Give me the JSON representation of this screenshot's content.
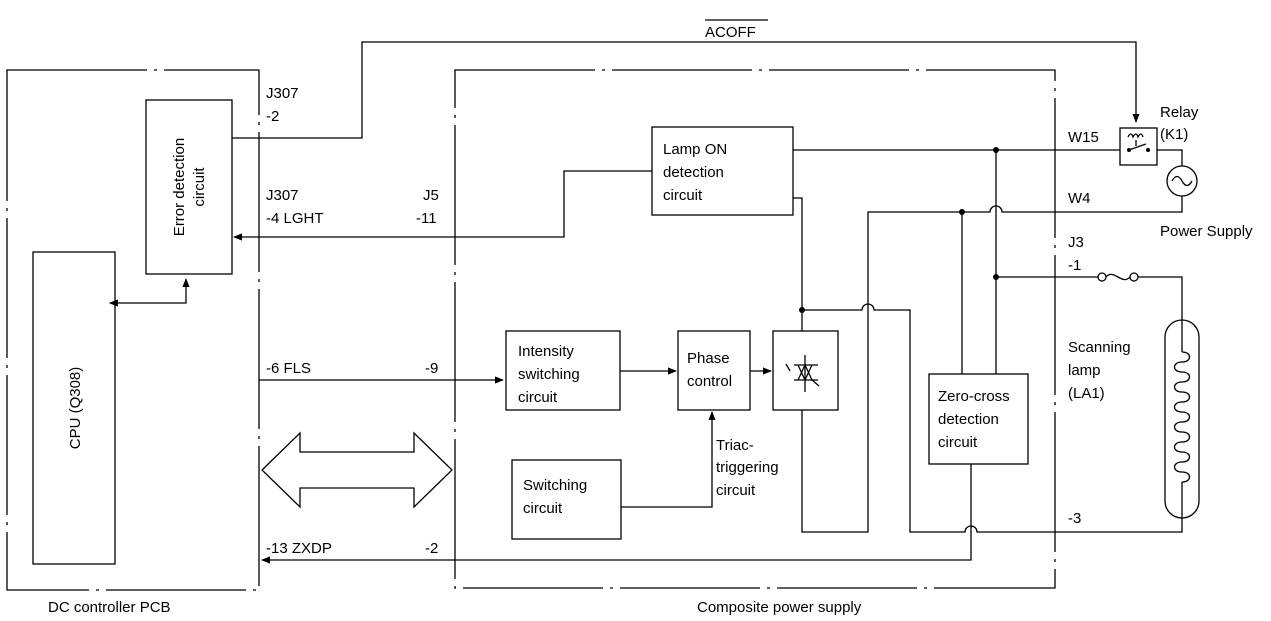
{
  "labels": {
    "dc_controller": "DC controller PCB",
    "composite": "Composite power supply",
    "error_detection": [
      "Error detection",
      "circuit"
    ],
    "cpu": "CPU (Q308)",
    "lamp_on": [
      "Lamp ON",
      "detection",
      "circuit"
    ],
    "intensity": [
      "Intensity",
      "switching",
      "circuit"
    ],
    "phase": [
      "Phase",
      "control"
    ],
    "switching": [
      "Switching",
      "circuit"
    ],
    "triac": [
      "Triac-",
      "triggering",
      "circuit"
    ],
    "zero_cross": [
      "Zero-cross",
      "detection",
      "circuit"
    ],
    "relay": [
      "Relay",
      "(K1)"
    ],
    "power_supply": "Power Supply",
    "scanning_lamp": [
      "Scanning",
      "lamp",
      "(LA1)"
    ]
  },
  "signals": {
    "acoff": "ACOFF",
    "j307_2": [
      "J307",
      "-2"
    ],
    "j307_4": [
      "J307",
      "-4 LGHT"
    ],
    "j5_11": [
      "J5",
      "-11"
    ],
    "fls": "-6 FLS",
    "fls_pin": "-9",
    "zxdp": "-13 ZXDP",
    "zxdp_pin": "-2",
    "w15": "W15",
    "w4": "W4",
    "j3": [
      "J3",
      "-1"
    ],
    "pin3": "-3"
  }
}
